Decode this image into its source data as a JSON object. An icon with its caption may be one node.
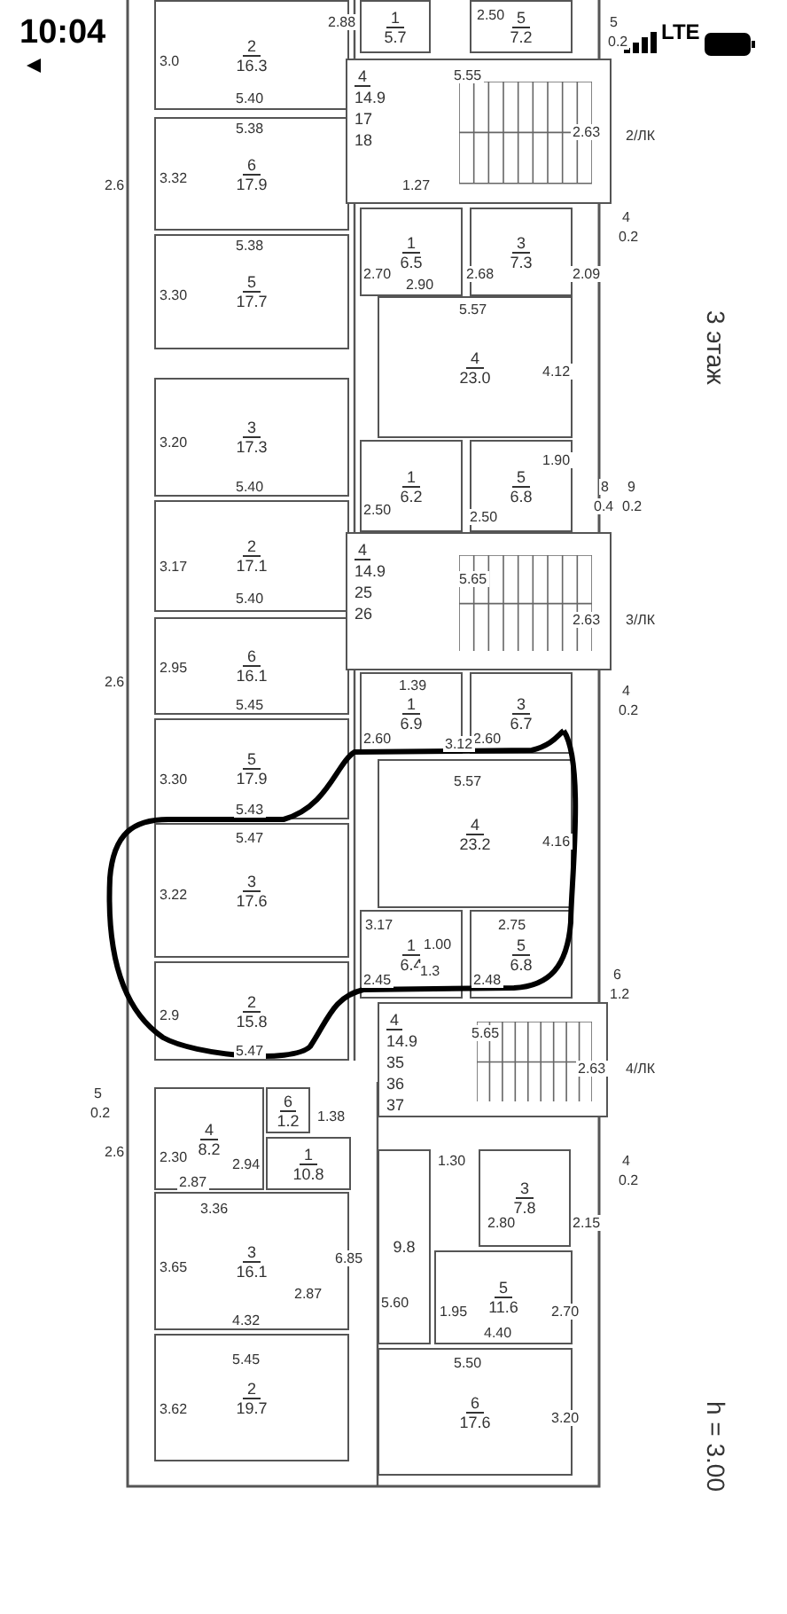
{
  "diagram": {
    "nodes": [
      {
        "text": [
          "2",
          "16.3"
        ]
      },
      {
        "text": [
          "6",
          "17.9"
        ]
      },
      {
        "text": [
          "5",
          "17.7"
        ]
      },
      {
        "text": [
          "3",
          "17.3"
        ]
      },
      {
        "text": [
          "2",
          "17.1"
        ]
      },
      {
        "text": [
          "6",
          "16.1"
        ]
      },
      {
        "text": [
          "5",
          "17.9"
        ]
      },
      {
        "text": [
          "3",
          "17.6"
        ]
      },
      {
        "text": [
          "2",
          "15.8"
        ]
      },
      {
        "text": [
          "1",
          "5.7"
        ]
      },
      {
        "text": [
          "5",
          "7.2"
        ]
      },
      {
        "text": [
          "4",
          "14.9",
          "17",
          "18"
        ]
      },
      {
        "text": [
          "1",
          "6.5"
        ]
      },
      {
        "text": [
          "3",
          "7.3"
        ]
      },
      {
        "text": [
          "4",
          "23.0"
        ]
      },
      {
        "text": [
          "1",
          "6.2"
        ]
      },
      {
        "text": [
          "5",
          "6.8"
        ]
      },
      {
        "text": [
          "4",
          "14.9",
          "25",
          "26"
        ]
      },
      {
        "text": [
          "1",
          "6.9"
        ]
      },
      {
        "text": [
          "3",
          "6.7"
        ]
      },
      {
        "text": [
          "4",
          "23.2"
        ]
      },
      {
        "text": [
          "1",
          "6.4"
        ]
      },
      {
        "text": [
          "5",
          "6.8"
        ]
      },
      {
        "text": [
          "4",
          "14.9",
          "35",
          "36",
          "37"
        ]
      },
      {
        "text": [
          "4",
          "8.2"
        ]
      },
      {
        "text": [
          "6",
          "1.2"
        ]
      },
      {
        "text": [
          "1",
          "10.8"
        ]
      },
      {
        "text": [
          "3",
          "16.1"
        ]
      },
      {
        "text": [
          "2",
          "19.7"
        ]
      },
      {
        "text": [
          "3",
          "7.8"
        ]
      },
      {
        "text": [
          "9.8"
        ]
      },
      {
        "text": [
          "5",
          "11.6"
        ]
      },
      {
        "text": [
          "6",
          "17.6"
        ]
      }
    ],
    "labels": [
      "10:04",
      "LTE",
      "2.88",
      "2.50",
      "5",
      "0.2",
      "3.0",
      "5.40",
      "5.38",
      "3.32",
      "2.6",
      "2/ЛК",
      "5.55",
      "2.63",
      "1.27",
      "2.68",
      "2.09",
      "4",
      "0.2",
      "2.70",
      "5.38",
      "3.30",
      "2.90",
      "5.57",
      "4.12",
      "3 этаж",
      "3.20",
      "2.50",
      "5.40",
      "2.50",
      "1.90",
      "8",
      "0.4",
      "9",
      "0.2",
      "3.17",
      "5.40",
      "5.65",
      "2.63",
      "3/ЛК",
      "2.95",
      "2.6",
      "5.45",
      "1.39",
      "2.60",
      "2.60",
      "4",
      "0.2",
      "3.12",
      "3.30",
      "5.43",
      "5.57",
      "5.47",
      "4.16",
      "3.22",
      "3.17",
      "2.75",
      "1.00",
      "2.45",
      "2.48",
      "1.3",
      "6",
      "1.2",
      "2.9",
      "5.47",
      "5.65",
      "2.63",
      "4/ЛК",
      "5",
      "0.2",
      "2.6",
      "1.38",
      "2.30",
      "2.94",
      "2.87",
      "4",
      "0.2",
      "1.30",
      "2.80",
      "2.15",
      "3.36",
      "6.85",
      "5.60",
      "3.65",
      "2.87",
      "1.95",
      "2.70",
      "4.32",
      "4.40",
      "5.45",
      "5.50",
      "3.62",
      "3.20",
      "h = 3.00"
    ]
  }
}
